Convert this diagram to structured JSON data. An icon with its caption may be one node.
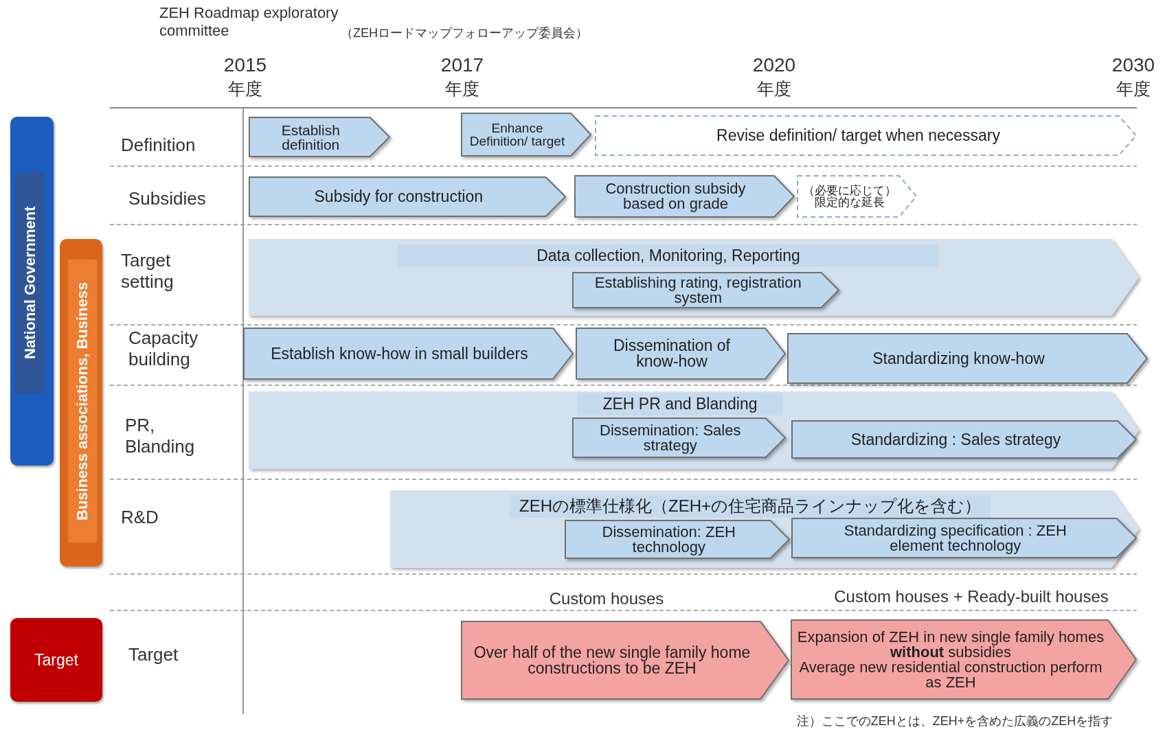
{
  "diagram": {
    "nodes": [
      {
        "text": [
          "National Government"
        ]
      },
      {
        "text": [
          "Business associations, Business"
        ]
      },
      {
        "text": [
          "Establish definition"
        ]
      },
      {
        "text": [
          "Enhance Definition/ target"
        ]
      },
      {
        "text": [
          "Revise definition/ target when necessary"
        ]
      },
      {
        "text": [
          "Subsidy for construction"
        ]
      },
      {
        "text": [
          "Construction subsidy based on grade"
        ]
      },
      {
        "text": [
          "（必要に応じて）限定的な延長"
        ]
      },
      {
        "text": [
          "Data collection, Monitoring, Reporting"
        ]
      },
      {
        "text": [
          "Establishing rating, registration system"
        ],
        "in": 8
      },
      {
        "text": [
          "Establish know-how in small builders"
        ]
      },
      {
        "text": [
          "Dissemination of know-how"
        ]
      },
      {
        "text": [
          "Standardizing know-how"
        ]
      },
      {
        "text": [
          "ZEH PR and Blanding"
        ]
      },
      {
        "text": [
          "Dissemination: Sales strategy"
        ],
        "in": 13
      },
      {
        "text": [
          "Standardizing : Sales strategy"
        ],
        "in": 13
      },
      {
        "text": [
          "ZEHの標準仕様化（ZEH+の住宅商品ラインナップ化を含む）"
        ]
      },
      {
        "text": [
          "Dissemination: ZEH technology"
        ],
        "in": 16
      },
      {
        "text": [
          "Standardizing specification : ZEH element technology"
        ],
        "in": 16
      },
      {
        "text": [
          "Target"
        ]
      },
      {
        "text": [
          "Over half of the new single family home constructions to be ZEH"
        ]
      },
      {
        "text": [
          "Expansion of ZEH in new single family homes **without** subsidies",
          "Average new residential construction perform as ZEH"
        ]
      }
    ],
    "labels": [
      "ZEH Roadmap exploratory committee",
      "（ZEHロードマップフォローアップ委員会）",
      "2015",
      "2017",
      "2020",
      "2030",
      "年度",
      "年度",
      "年度",
      "年度",
      "Definition",
      "Subsidies",
      "Target setting",
      "Capacity building",
      "PR, Blanding",
      "R&D",
      "Custom houses",
      "Custom houses + Ready-built houses",
      "Target",
      "注）ここでのZEHとは、ZEH+を含めた広義のZEHを指す"
    ]
  }
}
